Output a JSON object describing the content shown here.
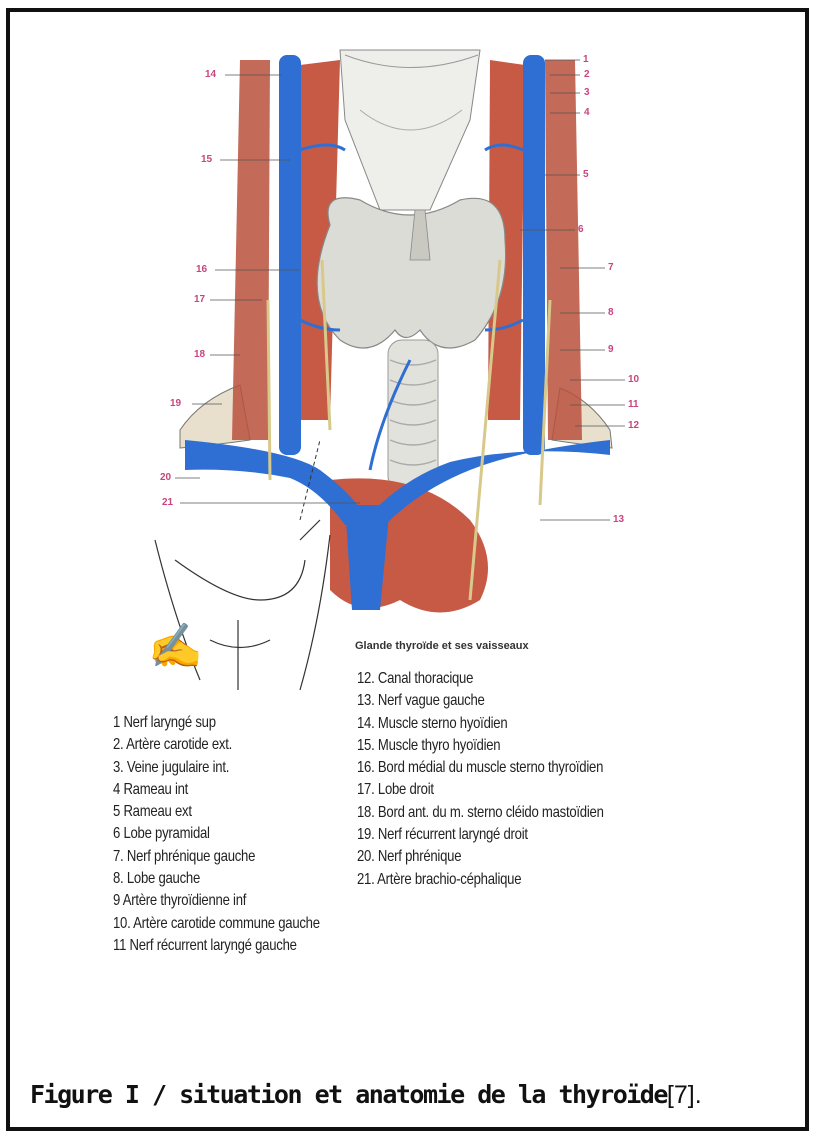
{
  "figure": {
    "image_subtitle": "Glande thyroïde et ses vaisseaux",
    "caption": "Figure I / situation et anatomie de la thyroïde",
    "caption_ref": "[7]."
  },
  "callout_numbers": [
    "1",
    "2",
    "3",
    "4",
    "5",
    "6",
    "7",
    "8",
    "9",
    "10",
    "11",
    "12",
    "13",
    "14",
    "15",
    "16",
    "17",
    "18",
    "19",
    "20",
    "21"
  ],
  "legend_left": [
    "1  Nerf laryngé sup",
    "2. Artère carotide ext.",
    "3. Veine jugulaire int.",
    "4  Rameau int",
    "5  Rameau ext",
    "6  Lobe pyramidal",
    "7. Nerf phrénique gauche",
    "8. Lobe gauche",
    "9  Artère thyroïdienne inf",
    "10. Artère carotide commune gauche",
    "11  Nerf récurrent laryngé gauche"
  ],
  "legend_right": [
    "12. Canal thoracique",
    "13. Nerf vague gauche",
    "14. Muscle sterno hyoïdien",
    "15. Muscle thyro hyoïdien",
    "16. Bord médial du muscle sterno thyroïdien",
    "17. Lobe droit",
    "18. Bord ant. du m. sterno cléido mastoïdien",
    "19. Nerf récurrent laryngé droit",
    "20. Nerf phrénique",
    "21. Artère brachio-céphalique"
  ],
  "colors": {
    "vein": "#2f6fd3",
    "artery": "#c94a3a",
    "muscle": "#c65a45",
    "gland": "#dcdcd6",
    "callout": "#c8457e",
    "nerve": "#d8c98a"
  }
}
